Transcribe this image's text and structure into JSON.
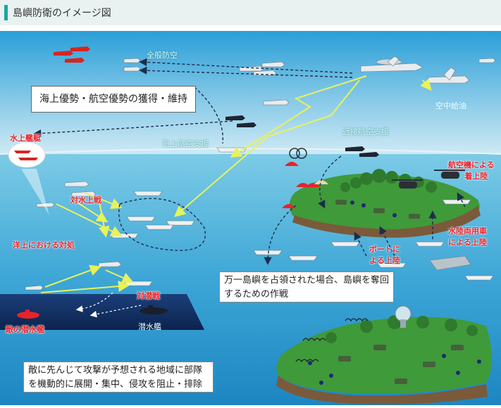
{
  "header": {
    "title": "島嶼防衛のイメージ図"
  },
  "labels": {
    "zenpan_boku": "全般防空",
    "kuchu_kyuyu": "空中給油",
    "kaijo_kokushien": "海上航空支援",
    "kinsetsu_kokushien": "近接航空支援",
    "suijo_kantei": "水上艦艇",
    "taisuijosen": "対水上戦",
    "yojo_taisho": "洋上における対処",
    "taisensuisen": "対潜戦",
    "teki_sensuikan": "敵の潜水艦",
    "sensuikan": "潜水艦",
    "kokuki_chakuriku": [
      "航空機による",
      "着上陸"
    ],
    "suiriku_chakuriku": [
      "水陸両用車",
      "による上陸"
    ],
    "boat_joriku": [
      "ボートに",
      "よる上陸"
    ]
  },
  "boxes": {
    "main": "海上優勢・航空優勢の獲得・維持",
    "island": [
      "万一島嶼を占領された場合、島嶼を奪回",
      "するための作戦"
    ],
    "bottom": [
      "敵に先んじて攻撃が予想される地域に部隊",
      "を機動的に展開・集中、侵攻を阻止・排除"
    ]
  },
  "colors": {
    "sky_top": "#2a9fd8",
    "sky_bottom": "#cfeaf4",
    "sea_top": "#7ccbe6",
    "sea_bottom": "#1d86c2",
    "island_green": "#3f9a3a",
    "arrow_yellow": "#e8f25a",
    "label_red": "#e8232a",
    "header_bg": "#e9f2f1",
    "header_accent": "#1aa6a0"
  }
}
